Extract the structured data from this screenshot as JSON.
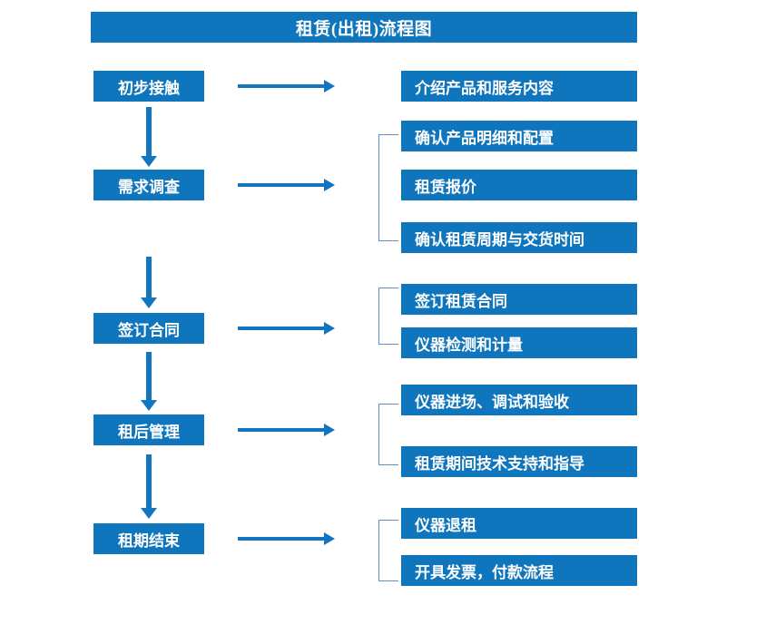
{
  "title": "租赁(出租)流程图",
  "colors": {
    "box_fill": "#0f75bd",
    "box_text": "#ffffff",
    "arrow": "#1175c0",
    "bracket": "#5b8fc4",
    "background": "#ffffff"
  },
  "chart_data": {
    "type": "diagram",
    "title": "租赁(出租)流程图",
    "stages": [
      {
        "stage": "初步接触",
        "details": [
          "介绍产品和服务内容"
        ],
        "grouped": false
      },
      {
        "stage": "需求调查",
        "details": [
          "确认产品明细和配置",
          "租赁报价",
          "确认租赁周期与交货时间"
        ],
        "grouped": true
      },
      {
        "stage": "签订合同",
        "details": [
          "签订租赁合同",
          "仪器检测和计量"
        ],
        "grouped": true
      },
      {
        "stage": "租后管理",
        "details": [
          "仪器进场、调试和验收",
          "租赁期间技术支持和指导"
        ],
        "grouped": true
      },
      {
        "stage": "租期结束",
        "details": [
          "仪器退租",
          "开具发票，付款流程"
        ],
        "grouped": true
      }
    ]
  },
  "left_nodes": [
    {
      "label": "初步接触"
    },
    {
      "label": "需求调查"
    },
    {
      "label": "签订合同"
    },
    {
      "label": "租后管理"
    },
    {
      "label": "租期结束"
    }
  ],
  "right_nodes": [
    {
      "label": "介绍产品和服务内容"
    },
    {
      "label": "确认产品明细和配置"
    },
    {
      "label": "租赁报价"
    },
    {
      "label": "确认租赁周期与交货时间"
    },
    {
      "label": "签订租赁合同"
    },
    {
      "label": "仪器检测和计量"
    },
    {
      "label": "仪器进场、调试和验收"
    },
    {
      "label": "租赁期间技术支持和指导"
    },
    {
      "label": "仪器退租"
    },
    {
      "label": "开具发票，付款流程"
    }
  ]
}
